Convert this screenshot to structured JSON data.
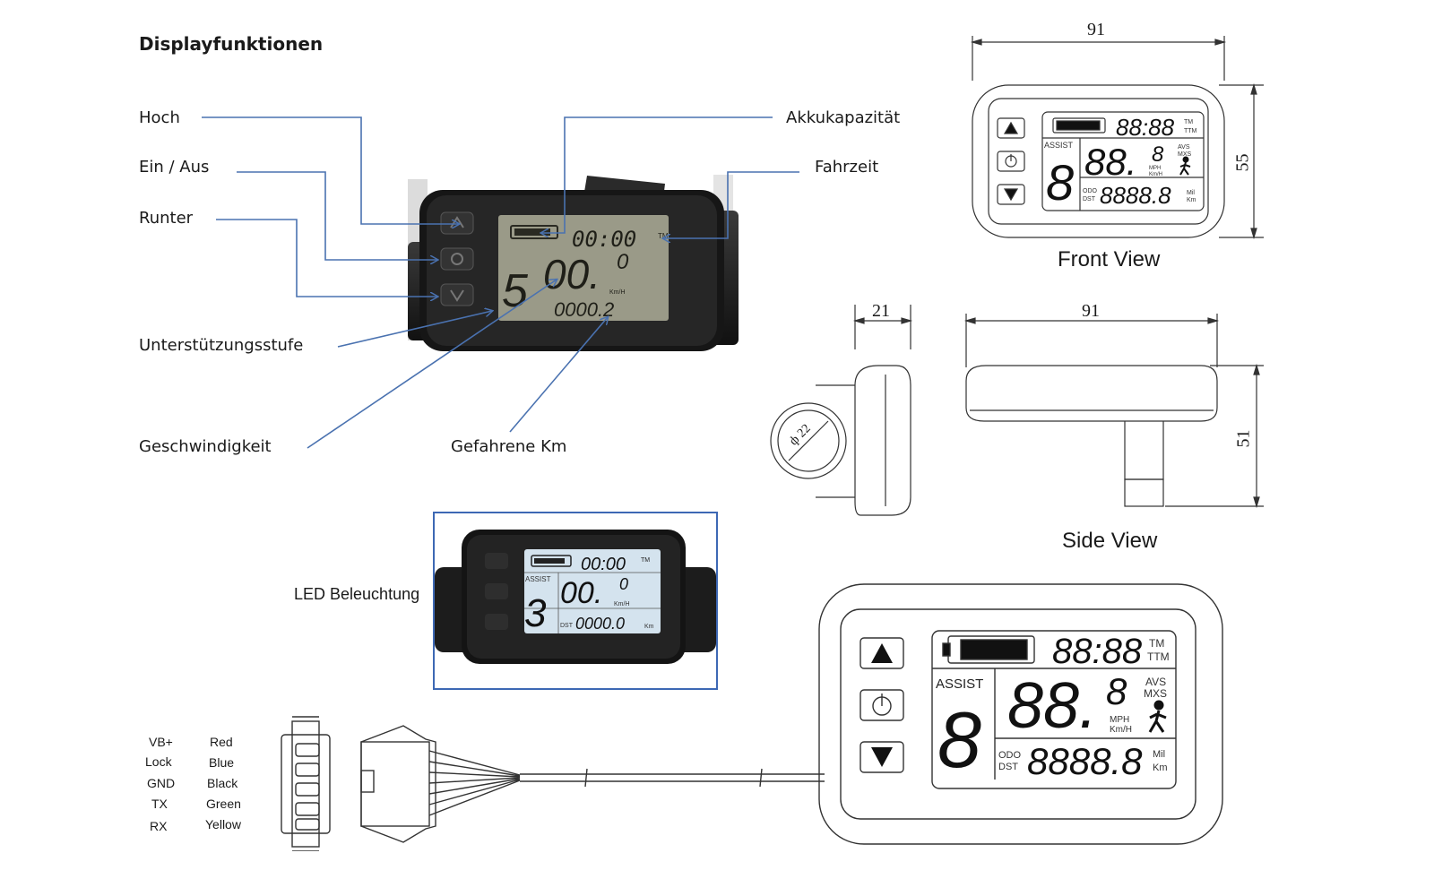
{
  "title": "Displayfunktionen",
  "callouts": {
    "hoch": "Hoch",
    "ein_aus": "Ein / Aus",
    "runter": "Runter",
    "unterstuetzung": "Unterstützungsstufe",
    "geschwindigkeit": "Geschwindigkeit",
    "gefahrene_km": "Gefahrene Km",
    "akku": "Akkukapazität",
    "fahrzeit": "Fahrzeit"
  },
  "photo_lcd": {
    "time": "00:00",
    "speed": "00.",
    "speed_decimal": "0",
    "assist": "5",
    "odo": "0000.2",
    "unit": "Km/H",
    "time_unit": "TM"
  },
  "led": {
    "label": "LED Beleuchtung",
    "time": "00:00",
    "time_unit": "TM",
    "assist_label": "ASSIST",
    "assist": "3",
    "speed": "00.",
    "speed_decimal": "0",
    "speed_unit": "Km/H",
    "dst_label": "DST",
    "distance": "0000.0",
    "dist_unit": "Km"
  },
  "front_view": {
    "label": "Front View",
    "width_dim": "91",
    "height_dim": "55"
  },
  "side_view": {
    "label": "Side View",
    "depth_dim": "21",
    "width_dim": "91",
    "height_dim": "51",
    "clamp_dim": "ф 22"
  },
  "lcd_segments": {
    "time": "88:88",
    "tm": "TM",
    "ttm": "TTM",
    "assist_label": "ASSIST",
    "assist_digit": "8",
    "speed": "88.",
    "speed_decimal": "8",
    "avs": "AVS",
    "mxs": "MXS",
    "mph": "MPH",
    "kmh": "Km/H",
    "odo": "ODO",
    "dst": "DST",
    "odometer": "8888.8",
    "mil": "Mil",
    "km": "Km"
  },
  "wiring": [
    {
      "signal": "VB+",
      "color": "Red"
    },
    {
      "signal": "Lock",
      "color": "Blue"
    },
    {
      "signal": "GND",
      "color": "Black"
    },
    {
      "signal": "TX",
      "color": "Green"
    },
    {
      "signal": "RX",
      "color": "Yellow"
    }
  ],
  "colors": {
    "callout_line": "#4a72b0",
    "led_frame": "#3d68b4",
    "lcd_photo_bg": "#9a9a88",
    "lcd_led_bg": "#d4e3ee"
  }
}
